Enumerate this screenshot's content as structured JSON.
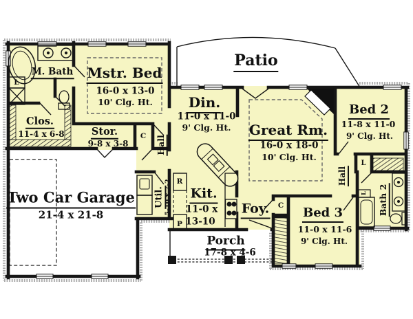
{
  "colors": {
    "floor": "#F6F5C3",
    "wall": "#161616",
    "paper": "#FFFFFF",
    "stipple": "#ABABAB",
    "ceiling_dash": "#666666"
  },
  "rooms": {
    "patio": {
      "name": "Patio"
    },
    "mbath": {
      "name": "M. Bath"
    },
    "mstr": {
      "name": "Mstr. Bed",
      "dim": "16-0 x 13-0",
      "clg": "10' Clg. Ht."
    },
    "din": {
      "name": "Din.",
      "dim": "11-0 x 11-0",
      "clg": "9' Clg. Ht."
    },
    "great": {
      "name": "Great Rm.",
      "dim": "16-0 x 18-0",
      "clg": "10' Clg. Ht."
    },
    "bed2": {
      "name": "Bed 2",
      "dim": "11-8 x 11-0",
      "clg": "9' Clg. Ht."
    },
    "bed3": {
      "name": "Bed 3",
      "dim": "11-0 x 11-6",
      "clg": "9' Clg. Ht."
    },
    "clos": {
      "name": "Clos.",
      "dim": "11-4 x 6-8"
    },
    "stor": {
      "name": "Stor.",
      "dim": "9-8 x 3-8"
    },
    "garage": {
      "name": "Two Car Garage",
      "dim": "21-4 x 21-8"
    },
    "util": {
      "name": "Util.",
      "dim": "5-10 x 7-2"
    },
    "kit": {
      "name": "Kit.",
      "dim_line1": "11-0 x",
      "dim_line2": "13-10"
    },
    "foy": {
      "name": "Foy."
    },
    "porch": {
      "name": "Porch",
      "dim": "17-8 x 4-6"
    },
    "bath2": {
      "name": "Bath 2"
    },
    "hall": {
      "name": "Hall"
    }
  },
  "labels": {
    "closet": "C",
    "linen": "L",
    "refrigerator": "R",
    "pantry": "P"
  }
}
